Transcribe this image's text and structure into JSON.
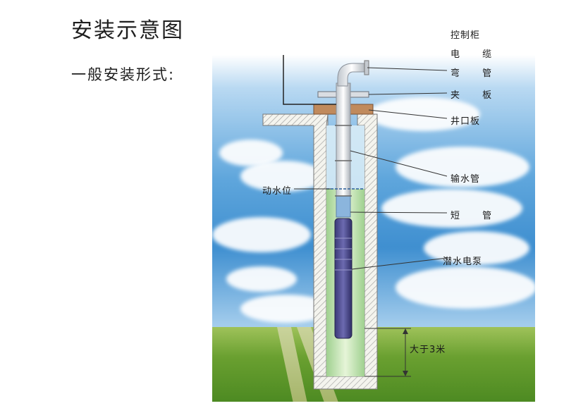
{
  "title": "安装示意图",
  "subtitle": "一般安装形式:",
  "labels": {
    "control_cabinet": "控制柜",
    "cable": "电 缆",
    "elbow": "弯 管",
    "clamp_plate": "夹 板",
    "wellhead_plate": "井口板",
    "delivery_pipe": "输水管",
    "dynamic_water_level": "动水位",
    "short_pipe": "短 管",
    "submersible_pump": "潜水电泵",
    "depth_note": "大于3米"
  }
}
